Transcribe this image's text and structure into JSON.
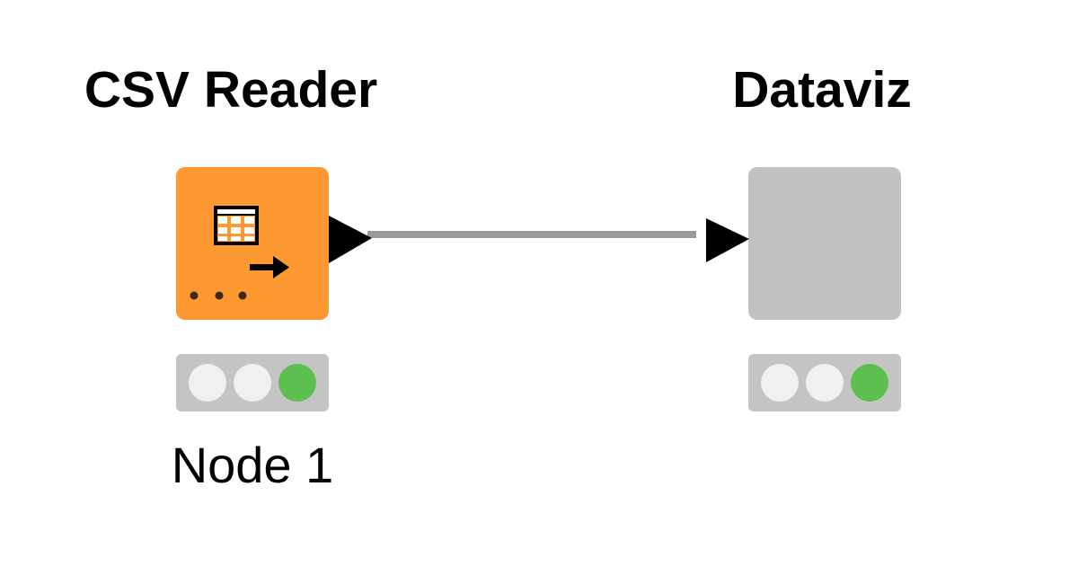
{
  "nodes": [
    {
      "title": "CSV Reader",
      "label": "Node 1",
      "icon": "table-arrow-icon",
      "color": "#fe9931",
      "status": [
        "off",
        "off",
        "on"
      ]
    },
    {
      "title": "Dataviz",
      "label": "",
      "icon": "",
      "color": "#c0c1c0",
      "status": [
        "off",
        "off",
        "on"
      ]
    }
  ],
  "connection": {
    "from": "CSV Reader",
    "to": "Dataviz",
    "color": "#999999"
  },
  "colors": {
    "status_on": "#5cbf4f",
    "status_off": "#f0f0f0",
    "status_bar": "#c4c4c4",
    "port": "#000000"
  }
}
